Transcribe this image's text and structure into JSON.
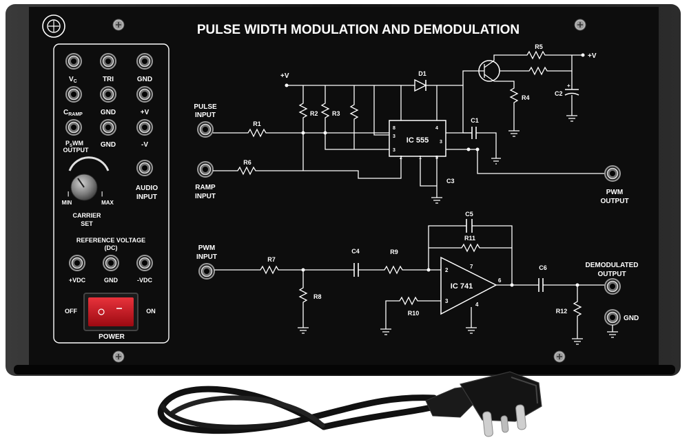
{
  "title": "PULSE WIDTH MODULATION AND DEMODULATION",
  "colors": {
    "panel": "#0d0d0d",
    "frame": "#1e1e1e",
    "ink": "#ffffff",
    "switch": "#c4101a"
  },
  "left_panel": {
    "jacks": [
      "V",
      "TRI",
      "GND",
      "C",
      "GND",
      "+V",
      "P",
      "GND",
      "-V"
    ],
    "vc_sub": "C",
    "cramp_sub": "RAMP",
    "pwm_top": "P",
    "pwm_sub": "S",
    "pwm_tail": "WM",
    "pwm_output": "OUTPUT",
    "audio_input": [
      "AUDIO",
      "INPUT"
    ],
    "knob": {
      "min": "MIN",
      "max": "MAX",
      "label1": "CARRIER",
      "label2": "SET"
    },
    "reference": {
      "title": "REFERENCE VOLTAGE",
      "dc": "(DC)",
      "jacks": [
        "+VDC",
        "GND",
        "-VDC"
      ]
    },
    "power": {
      "off": "OFF",
      "on": "ON",
      "label": "POWER"
    }
  },
  "modulator": {
    "pulse_input": [
      "PULSE",
      "INPUT"
    ],
    "ramp_input": [
      "RAMP",
      "INPUT"
    ],
    "pwm_output": [
      "PWM",
      "OUTPUT"
    ],
    "plus_v": "+V",
    "r1": "R1",
    "r2": "R2",
    "r3": "R3",
    "r4": "R4",
    "r5": "R5",
    "r6": "R6",
    "c1": "C1",
    "c2": "C2",
    "c3": "C3",
    "d1": "D1",
    "ic": "IC 555",
    "pins": [
      "8",
      "4",
      "3",
      "3",
      "3",
      "2",
      "1",
      "5"
    ]
  },
  "demodulator": {
    "pwm_input": [
      "PWM",
      "INPUT"
    ],
    "demod_output": [
      "DEMODULATED",
      "OUTPUT"
    ],
    "gnd": "GND",
    "r7": "R7",
    "r8": "R8",
    "r9": "R9",
    "r10": "R10",
    "r11": "R11",
    "r12": "R12",
    "c4": "C4",
    "c5": "C5",
    "c6": "C6",
    "ic": "IC 741",
    "pins": [
      "2",
      "3",
      "4",
      "6",
      "7"
    ]
  }
}
